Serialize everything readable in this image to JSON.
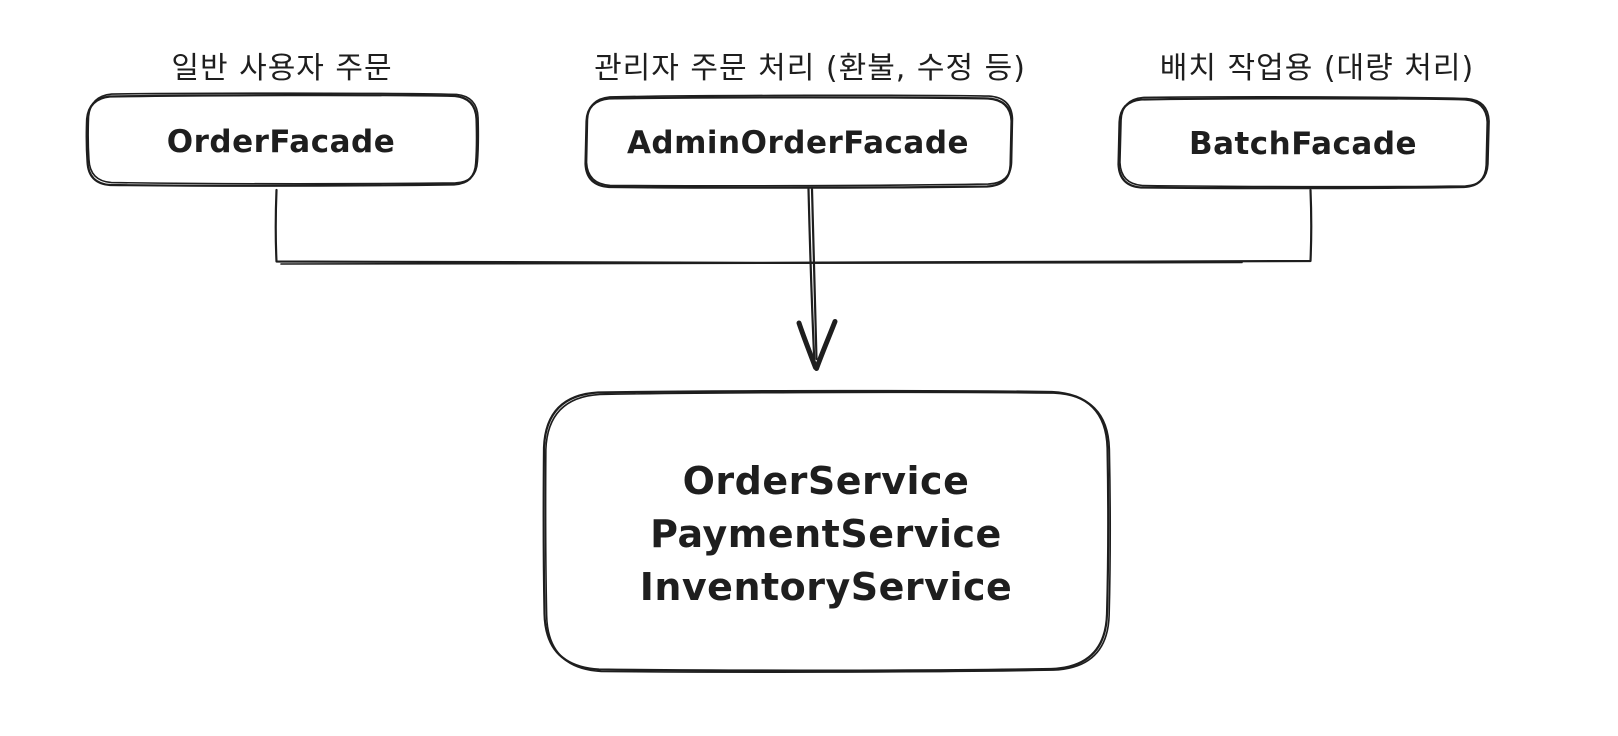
{
  "canvas": {
    "background": "#ffffff",
    "ink": "#1e1e1e"
  },
  "facades": [
    {
      "annotation": "일반 사용자 주문",
      "label": "OrderFacade"
    },
    {
      "annotation": "관리자 주문 처리 (환불, 수정 등)",
      "label": "AdminOrderFacade"
    },
    {
      "annotation": "배치 작업용 (대량 처리)",
      "label": "BatchFacade"
    }
  ],
  "services_box": {
    "lines": [
      "OrderService",
      "PaymentService",
      "InventoryService"
    ]
  }
}
